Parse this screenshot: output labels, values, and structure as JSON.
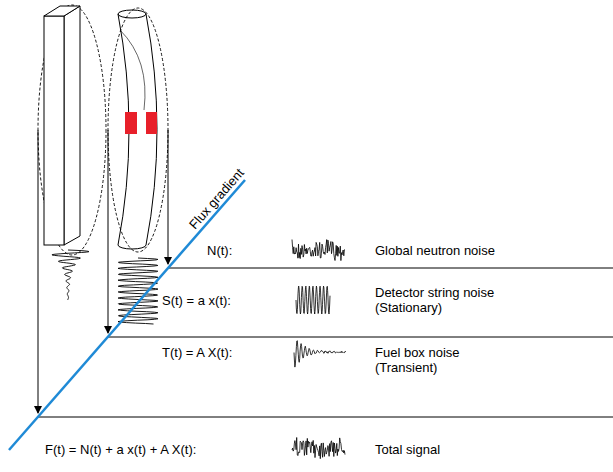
{
  "diagram": {
    "labels": [
      "Flux gradient",
      "N(t):",
      "Global neutron noise",
      "S(t) = a x(t):",
      "Detector string noise (Stationary)",
      "T(t) = A X(t):",
      "Fuel box noise (Transient)",
      "F(t) = N(t) + a x(t) + A X(t):",
      "Total signal"
    ]
  }
}
